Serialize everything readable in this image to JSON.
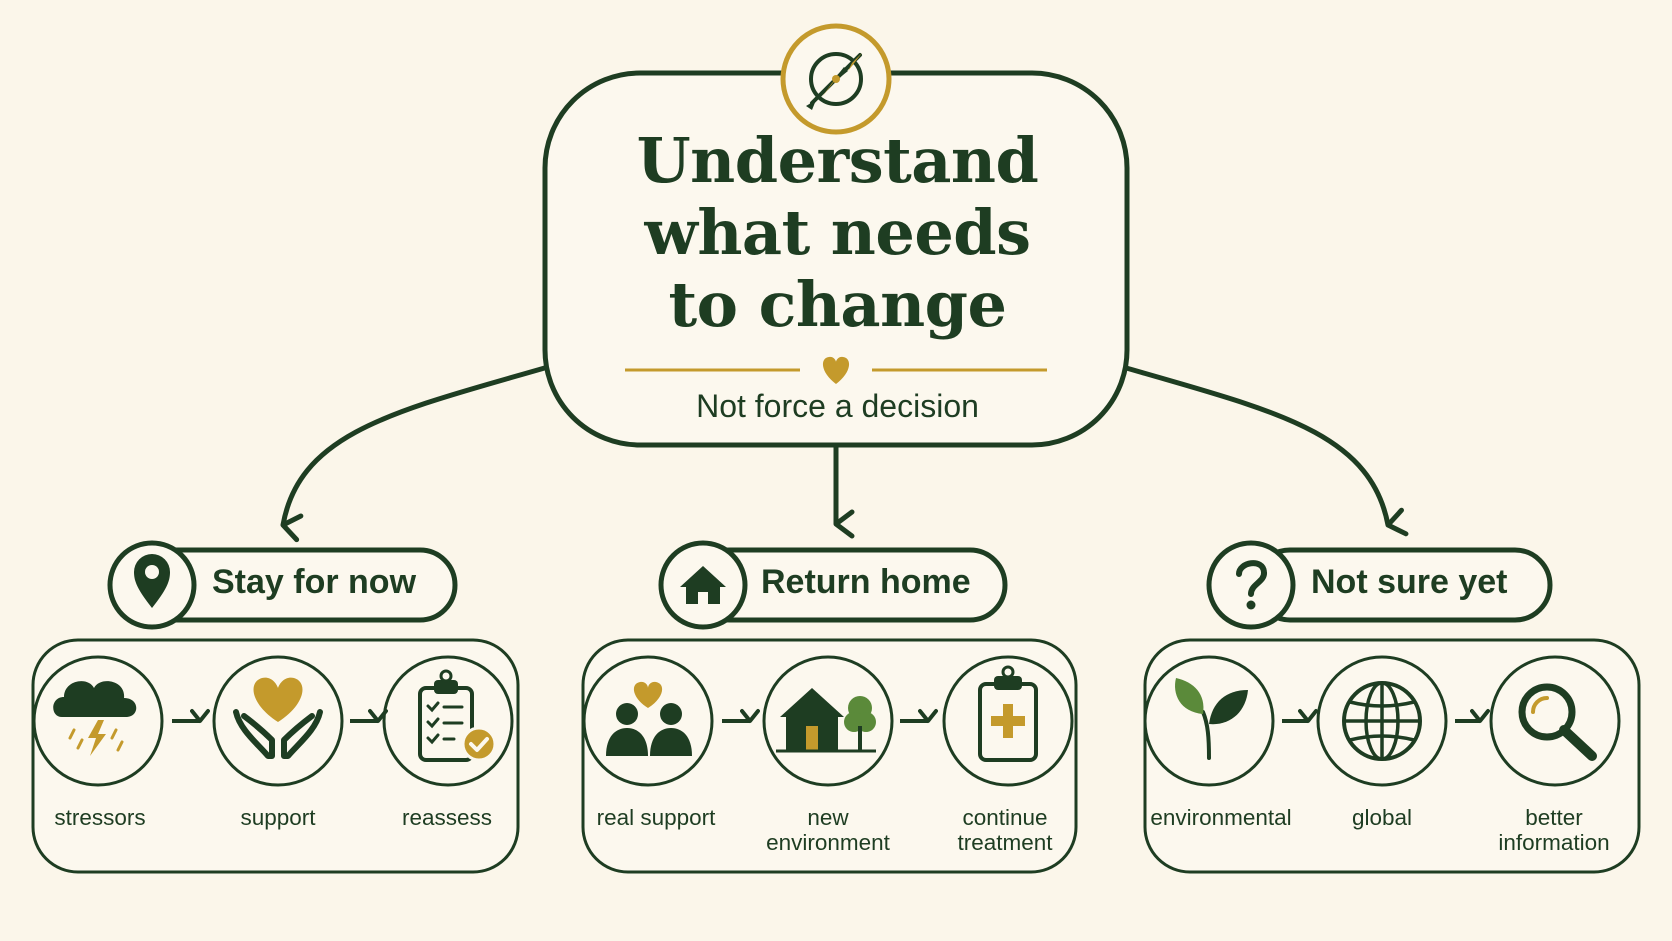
{
  "root": {
    "title": "Understand\nwhat needs\nto change",
    "subtitle": "Not force a decision",
    "icon": "compass-icon",
    "divider_icon": "heart-icon"
  },
  "branches": [
    {
      "label": "Stay for now",
      "icon": "location-pin-icon",
      "steps": [
        {
          "label": "stressors",
          "icon": "storm-cloud-icon"
        },
        {
          "label": "support",
          "icon": "heart-in-hands-icon"
        },
        {
          "label": "reassess",
          "icon": "checklist-icon"
        }
      ]
    },
    {
      "label": "Return home",
      "icon": "house-icon",
      "steps": [
        {
          "label": "real support",
          "icon": "people-heart-icon"
        },
        {
          "label": "new\nenvironment",
          "icon": "house-tree-icon"
        },
        {
          "label": "continue\ntreatment",
          "icon": "medical-clipboard-icon"
        }
      ]
    },
    {
      "label": "Not sure yet",
      "icon": "question-mark-icon",
      "steps": [
        {
          "label": "environmental",
          "icon": "leaf-sprout-icon"
        },
        {
          "label": "global",
          "icon": "globe-icon"
        },
        {
          "label": "better\ninformation",
          "icon": "magnifier-icon"
        }
      ]
    }
  ],
  "colors": {
    "background": "#fbf6ea",
    "dark_green": "#1e3d22",
    "gold": "#c49a2c",
    "leaf_green": "#5b8a3a"
  }
}
